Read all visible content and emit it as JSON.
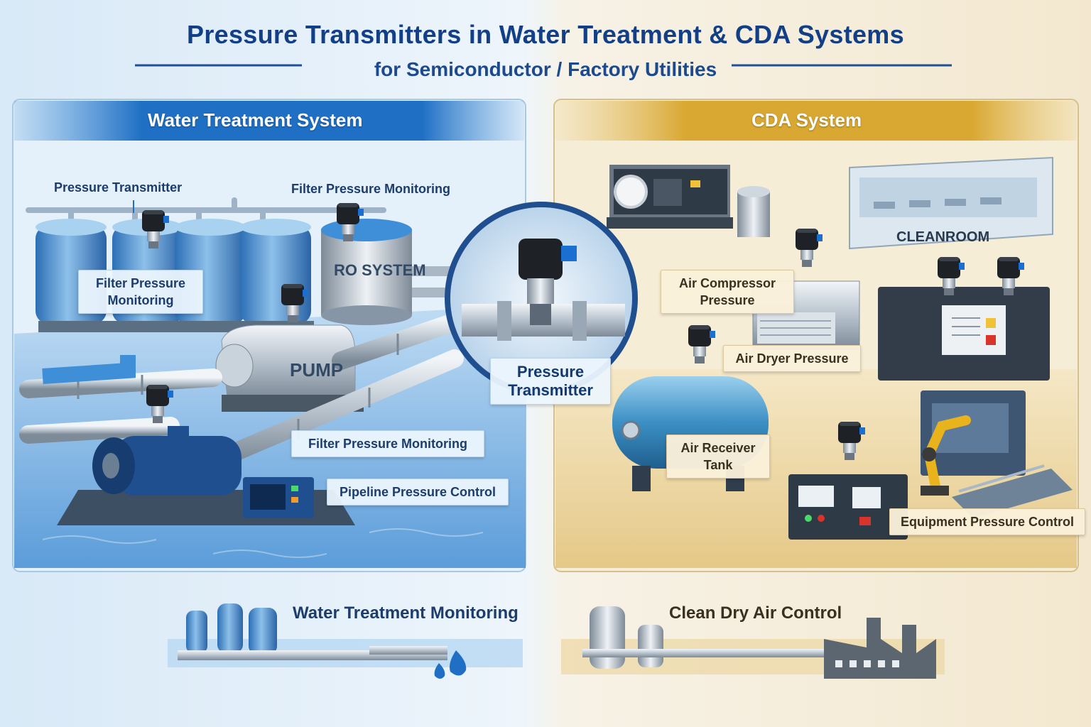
{
  "header": {
    "title": "Pressure Transmitters in Water Treatment & CDA Systems",
    "subtitle": "for Semiconductor / Factory Utilities"
  },
  "water_panel": {
    "heading": "Water Treatment System",
    "labels": {
      "pressure_transmitter": "Pressure Transmitter",
      "filter_pressure_top": "Filter Pressure Monitoring",
      "filter_pressure_tank": "Filter Pressure Monitoring",
      "filter_pressure_pipe": "Filter Pressure Monitoring",
      "pipeline_control": "Pipeline Pressure Control"
    },
    "equipment": {
      "ro_system": "RO SYSTEM",
      "pump": "PUMP"
    },
    "footer": "Water Treatment Monitoring"
  },
  "center_callout": {
    "label": "Pressure Transmitter"
  },
  "cda_panel": {
    "heading": "CDA System",
    "labels": {
      "cleanroom": "CLEANROOM",
      "air_compressor": "Air Compressor Pressure",
      "air_dryer": "Air Dryer Pressure",
      "air_receiver": "Air Receiver Tank",
      "equipment_control": "Equipment Pressure Control"
    },
    "footer": "Clean Dry Air Control"
  },
  "colors": {
    "water_accent": "#1f6fc4",
    "cda_accent": "#d4a32c",
    "title": "#133f86"
  }
}
